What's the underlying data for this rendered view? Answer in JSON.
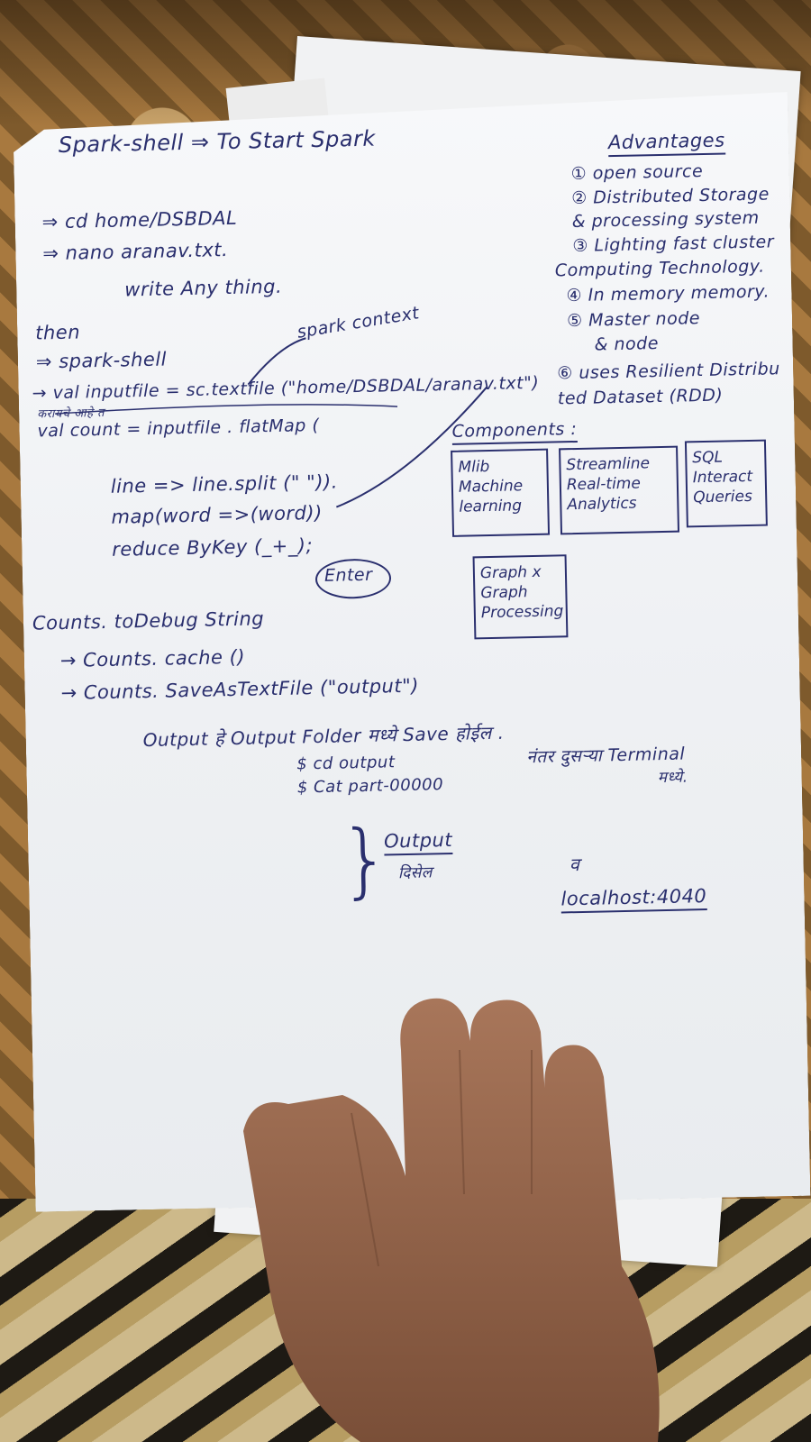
{
  "notes": {
    "title": "Spark-shell ⇒ To Start Spark",
    "advantages": {
      "heading": "Advantages",
      "items": [
        "① open source",
        "② Distributed Storage",
        "& processing system",
        "③ Lighting fast cluster",
        "Computing Technology.",
        "④ In memory memory.",
        "⑤ Master node",
        "& node",
        "⑥ uses Resilient Distribu",
        "ted Dataset (RDD)"
      ]
    },
    "steps": [
      "⇒ cd home/DSBDAL",
      "⇒ nano aranav.txt.",
      "write Any thing.",
      "then",
      "⇒ spark-shell"
    ],
    "spark_context_label": "spark context",
    "code": [
      "→ val inputfile = sc.textfile (\"home/DSBDAL/aranav.txt\")",
      "val count = inputfile . flatMap (",
      "line => line.split (\" \")).",
      "map(word =>(word))",
      "reduce ByKey (_+_);",
      "Enter",
      "Counts. toDebug String",
      "→ Counts. cache ()",
      "→ Counts. SaveAsTextFile (\"output\")"
    ],
    "marathi_note": "करायचे आहे त",
    "components": {
      "heading": "Components :",
      "boxes": [
        [
          "Mlib",
          "Machine",
          "learning"
        ],
        [
          "Streamline",
          "Real-time",
          "Analytics"
        ],
        [
          "SQL",
          "Interact",
          "Queries"
        ],
        [
          "Graph x",
          "Graph",
          "Processing"
        ]
      ]
    },
    "output": {
      "line1": "Output हे Output Folder मध्ये Save होईल .",
      "line2": "नंतर दुसऱ्या Terminal",
      "line3": "मध्ये.",
      "cmd1": "$ cd output",
      "cmd2": "$ Cat part-00000",
      "label": "Output",
      "label_sub": "दिसेल",
      "or": "व",
      "localhost": "localhost:4040"
    }
  }
}
